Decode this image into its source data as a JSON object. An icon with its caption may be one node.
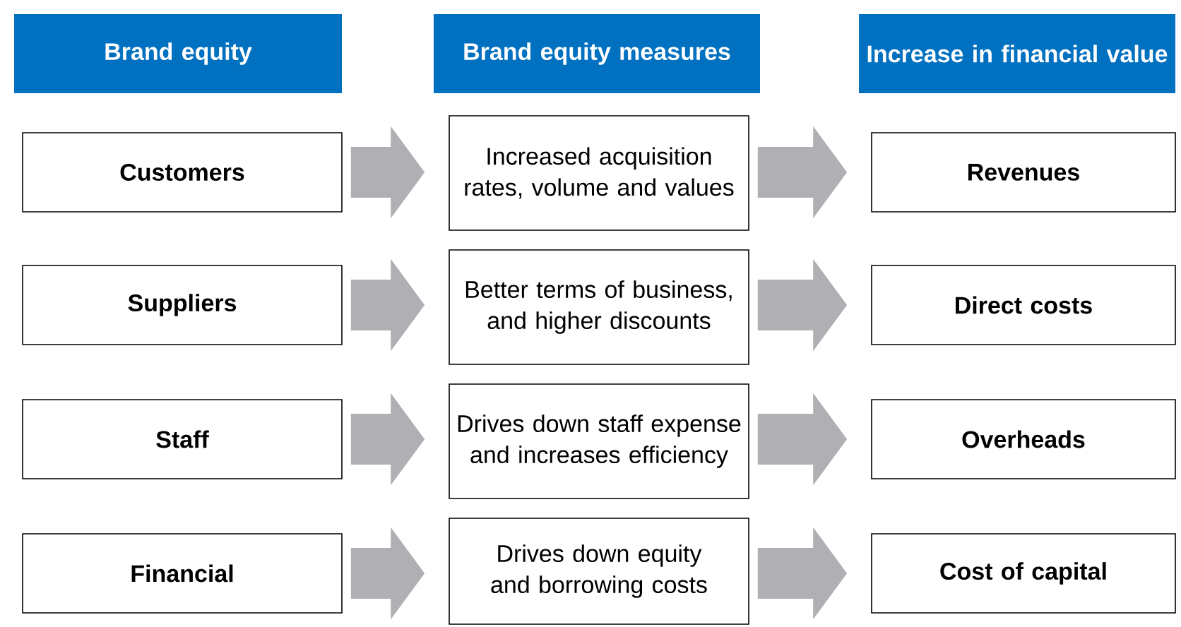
{
  "diagram": {
    "nodes": [
      {
        "text": [
          "Brand equity"
        ]
      },
      {
        "text": [
          "Brand equity measures"
        ]
      },
      {
        "text": [
          "Increase in financial value"
        ]
      },
      {
        "text": [
          "Customers"
        ]
      },
      {
        "text": [
          "Increased acquisition rates, volume and values"
        ]
      },
      {
        "text": [
          "Revenues"
        ]
      },
      {
        "text": [
          "Suppliers"
        ]
      },
      {
        "text": [
          "Better terms of business, and higher discounts"
        ]
      },
      {
        "text": [
          "Direct costs"
        ]
      },
      {
        "text": [
          "Staff"
        ]
      },
      {
        "text": [
          "Drives down staff expense and increases efficiency"
        ]
      },
      {
        "text": [
          "Overheads"
        ]
      },
      {
        "text": [
          "Financial"
        ]
      },
      {
        "text": [
          "Drives down equity and borrowing costs"
        ]
      },
      {
        "text": [
          "Cost of capital"
        ]
      }
    ],
    "edges": [
      {
        "from": 3,
        "to": 4,
        "arrow": "to"
      },
      {
        "from": 4,
        "to": 5,
        "arrow": "to"
      },
      {
        "from": 6,
        "to": 7,
        "arrow": "to"
      },
      {
        "from": 7,
        "to": 8,
        "arrow": "to"
      },
      {
        "from": 9,
        "to": 10,
        "arrow": "to"
      },
      {
        "from": 10,
        "to": 11,
        "arrow": "to"
      },
      {
        "from": 12,
        "to": 13,
        "arrow": "to"
      },
      {
        "from": 13,
        "to": 14,
        "arrow": "to"
      }
    ]
  }
}
